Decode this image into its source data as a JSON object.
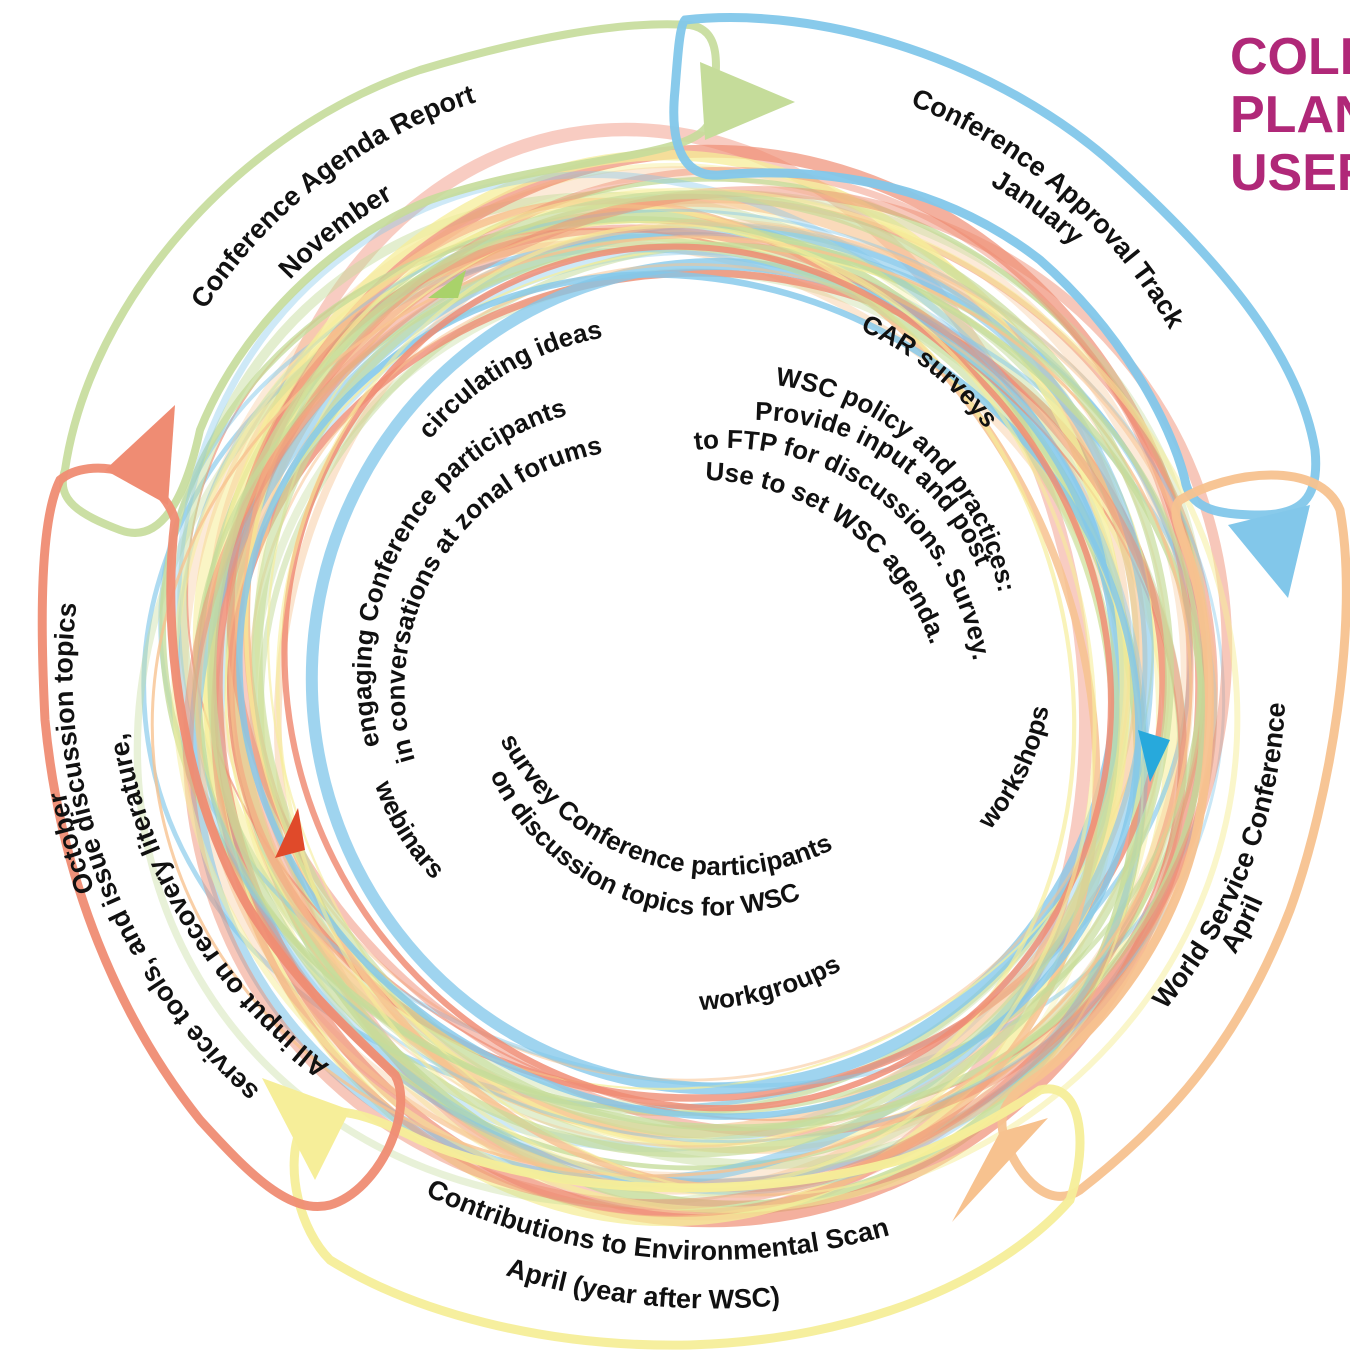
{
  "header": {
    "lines": [
      "COLL",
      "PLAN",
      "USER"
    ]
  },
  "colors": {
    "green": "#c5dc9a",
    "blue": "#82c7ea",
    "orange": "#f7c28f",
    "red": "#ef8c73",
    "yellow": "#f6ee99",
    "header": "#b02878"
  },
  "cycle_stages": [
    {
      "title": "Conference Agenda Report",
      "subtitle": "November",
      "color": "green"
    },
    {
      "title": "Conference Approval Track",
      "subtitle": "January",
      "color": "blue"
    },
    {
      "title": "World Service Conference",
      "subtitle": "April",
      "color": "orange"
    },
    {
      "title": "Contributions to  Environmental Scan",
      "subtitle": "April (year after WSC)",
      "color": "yellow"
    },
    {
      "title": "All input on recovery literature,",
      "line2": "service tools, and issue discussion topics",
      "subtitle": "October",
      "color": "red"
    }
  ],
  "inner_activities": {
    "circulating_ideas": "circulating ideas",
    "car_surveys": "CAR surveys",
    "engaging": [
      "engaging Conference participants",
      "in conversations at zonal forums"
    ],
    "wsc_policy": [
      "WSC policy and practices:",
      "Provide input and post",
      "to FTP for discussions. Survey.",
      "Use to set WSC agenda."
    ],
    "workshops": "workshops",
    "survey": [
      "survey Conference participants",
      "on discussion topics for WSC"
    ],
    "webinars": "webinars",
    "workgroups": "workgroups"
  }
}
